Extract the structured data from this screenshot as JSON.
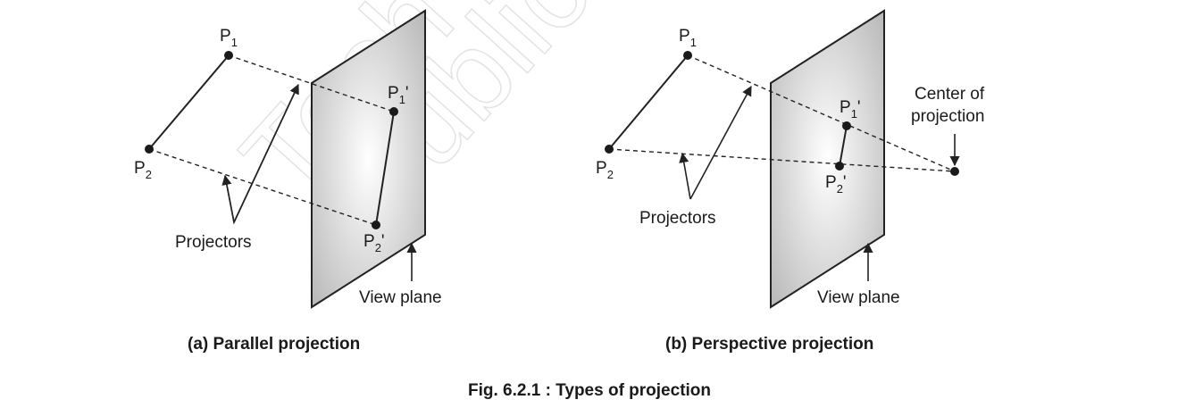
{
  "watermark": {
    "line1": "Tech",
    "line2": "Publications"
  },
  "parallel": {
    "p1": "P",
    "p1_sub": "1",
    "p2": "P",
    "p2_sub": "2",
    "p1p": "P",
    "p1p_sub": "1",
    "p1p_prime": "'",
    "p2p": "P",
    "p2p_sub": "2",
    "p2p_prime": "'",
    "projectors": "Projectors",
    "view_plane": "View plane",
    "caption": "(a) Parallel projection"
  },
  "perspective": {
    "p1": "P",
    "p1_sub": "1",
    "p2": "P",
    "p2_sub": "2",
    "p1p": "P",
    "p1p_sub": "1",
    "p1p_prime": "'",
    "p2p": "P",
    "p2p_sub": "2",
    "p2p_prime": "'",
    "center_line1": "Center of",
    "center_line2": "projection",
    "projectors": "Projectors",
    "view_plane": "View plane",
    "caption": "(b) Perspective projection"
  },
  "figure_caption": "Fig. 6.2.1 : Types of projection"
}
